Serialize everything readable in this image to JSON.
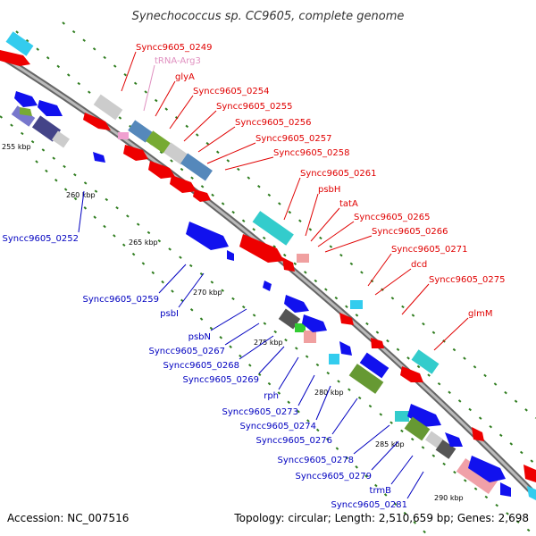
{
  "title": "Synechococcus sp. CC9605, complete genome",
  "footer": {
    "accession": "Accession: NC_007516",
    "topology": "Topology: circular; Length: 2,510,659 bp; Genes: 2,698"
  },
  "colors": {
    "backbone": "#888888",
    "tick": "#2f7d1f",
    "forward_label": "#e00000",
    "reverse_label": "#0000c0",
    "trna_label": "#e090c0"
  },
  "ticks": [
    "255 kbp",
    "260 kbp",
    "265 kbp",
    "270 kbp",
    "275 kbp",
    "280 kbp",
    "285 kbp",
    "290 kbp"
  ],
  "forward_labels": [
    "Syncc9605_0249",
    "tRNA-Arg3",
    "glyA",
    "Syncc9605_0254",
    "Syncc9605_0255",
    "Syncc9605_0256",
    "Syncc9605_0257",
    "Syncc9605_0258",
    "Syncc9605_0261",
    "psbH",
    "tatA",
    "Syncc9605_0265",
    "Syncc9605_0266",
    "Syncc9605_0271",
    "dcd",
    "Syncc9605_0275",
    "glmM"
  ],
  "reverse_labels": [
    "Syncc9605_0252",
    "Syncc9605_0259",
    "psbI",
    "psbN",
    "Syncc9605_0267",
    "Syncc9605_0268",
    "Syncc9605_0269",
    "rph",
    "Syncc9605_0273",
    "Syncc9605_0274",
    "Syncc9605_0276",
    "Syncc9605_0278",
    "Syncc9605_0279",
    "trmB",
    "Syncc9605_0281"
  ]
}
